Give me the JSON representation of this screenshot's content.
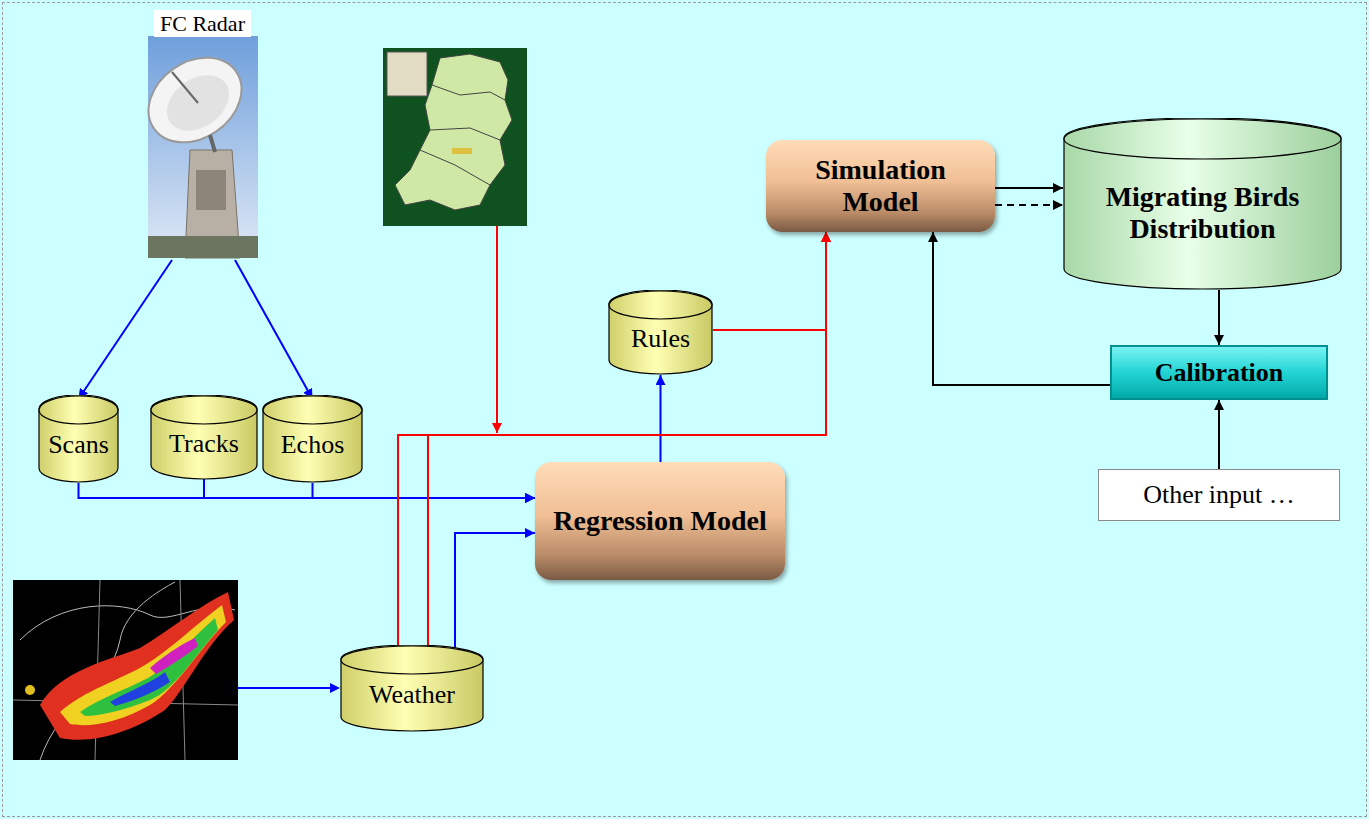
{
  "diagram": {
    "nodes": [
      {
        "text": [
          "FC Radar"
        ]
      },
      {
        "text": [
          "Simulation Model"
        ]
      },
      {
        "text": [
          "Migrating Birds Distribution"
        ]
      },
      {
        "text": [
          "Rules"
        ]
      },
      {
        "text": [
          "Scans"
        ]
      },
      {
        "text": [
          "Tracks"
        ]
      },
      {
        "text": [
          "Echos"
        ]
      },
      {
        "text": [
          "Calibration"
        ]
      },
      {
        "text": [
          "Regression Model"
        ]
      },
      {
        "text": [
          "Other input …"
        ]
      },
      {
        "text": [
          "Weather"
        ]
      }
    ],
    "edges": [
      {
        "from": 0,
        "to": 4,
        "arrow": "to"
      },
      {
        "from": 0,
        "to": 6,
        "arrow": "to"
      },
      {
        "from": 4,
        "to": 8,
        "arrow": "to"
      },
      {
        "from": 5,
        "to": 8,
        "arrow": "to"
      },
      {
        "from": 6,
        "to": 8,
        "arrow": "to"
      },
      {
        "from": 10,
        "to": 8,
        "arrow": "to"
      },
      {
        "from": 8,
        "to": 3,
        "arrow": "to"
      },
      {
        "from": 3,
        "to": 1,
        "arrow": "to"
      },
      {
        "from": 10,
        "to": 1,
        "arrow": "to"
      },
      {
        "from": 10,
        "to": 1,
        "arrow": "to"
      },
      {
        "from": 1,
        "to": 2,
        "arrow": "to"
      },
      {
        "from": 1,
        "to": 2,
        "arrow": "to"
      },
      {
        "from": 2,
        "to": 7,
        "arrow": "to"
      },
      {
        "from": 7,
        "to": 1,
        "arrow": "to"
      },
      {
        "from": 9,
        "to": 7,
        "arrow": "to"
      }
    ]
  }
}
